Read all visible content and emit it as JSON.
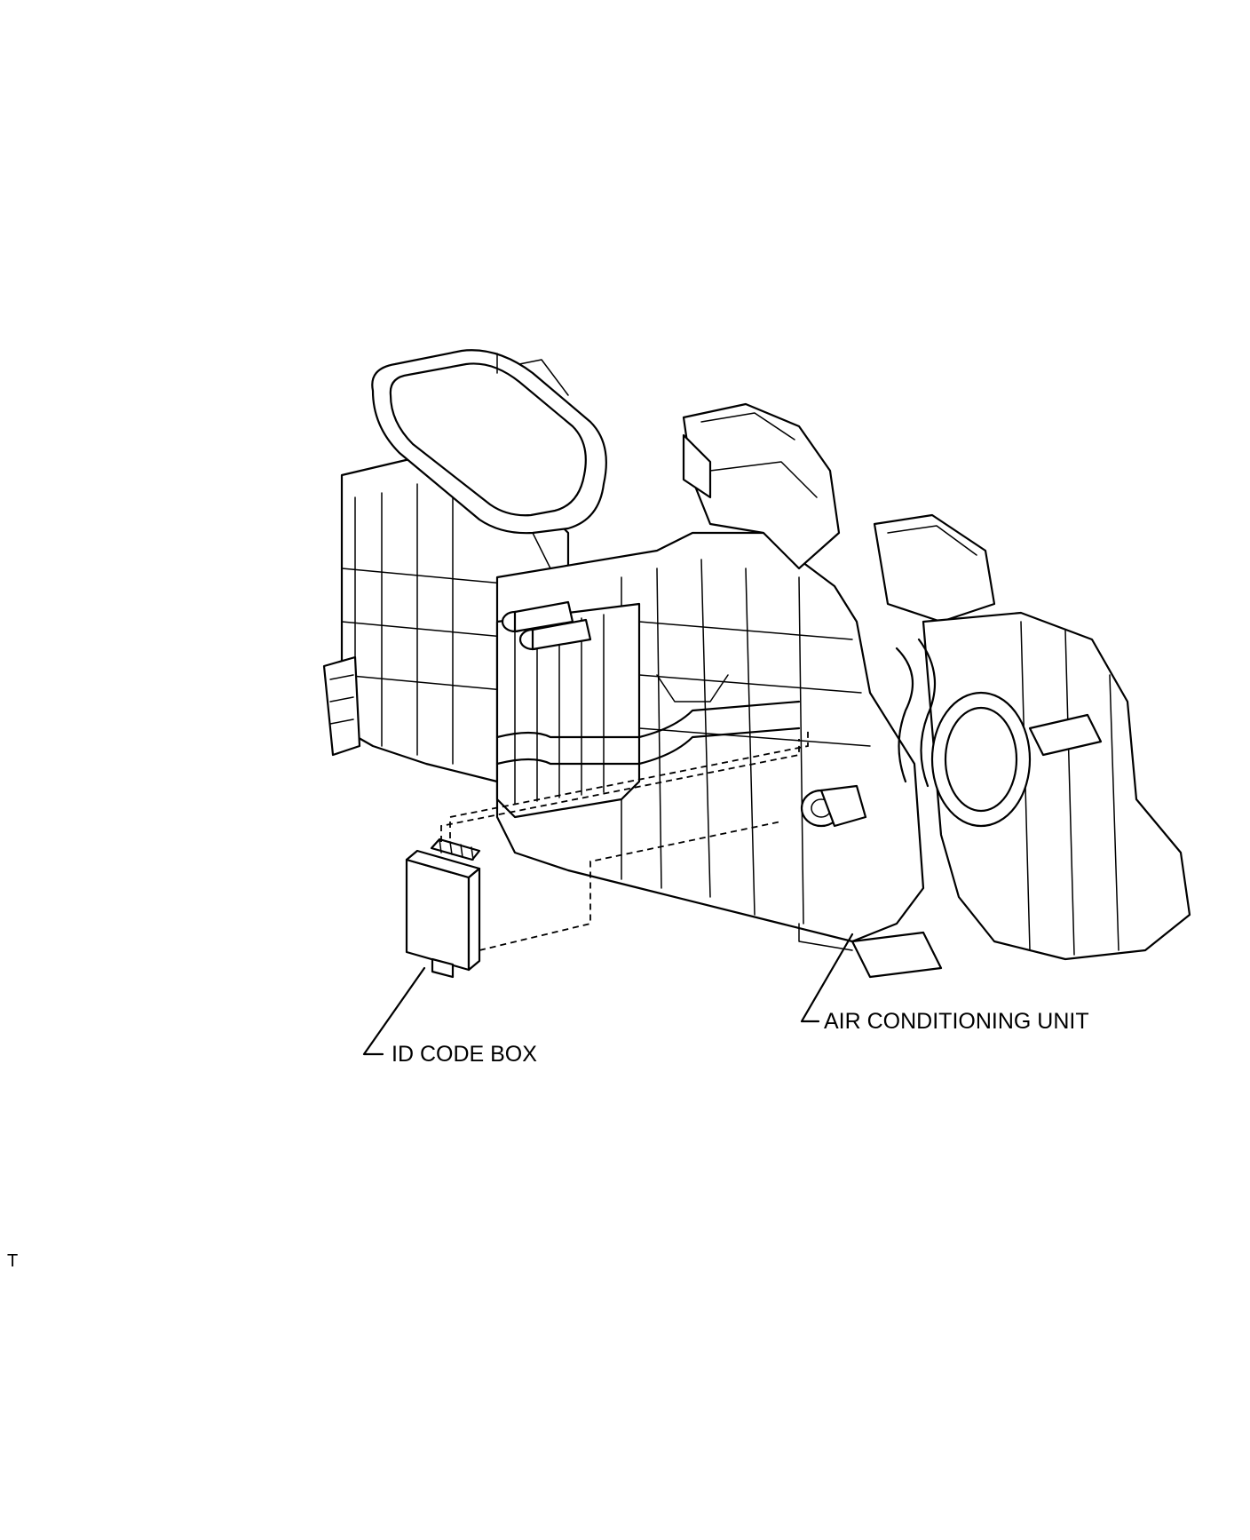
{
  "labels": {
    "air_conditioning_unit": "AIR CONDITIONING UNIT",
    "id_code_box": "ID CODE BOX",
    "corner_mark": "T"
  },
  "colors": {
    "line": "#000000",
    "background": "#ffffff"
  }
}
